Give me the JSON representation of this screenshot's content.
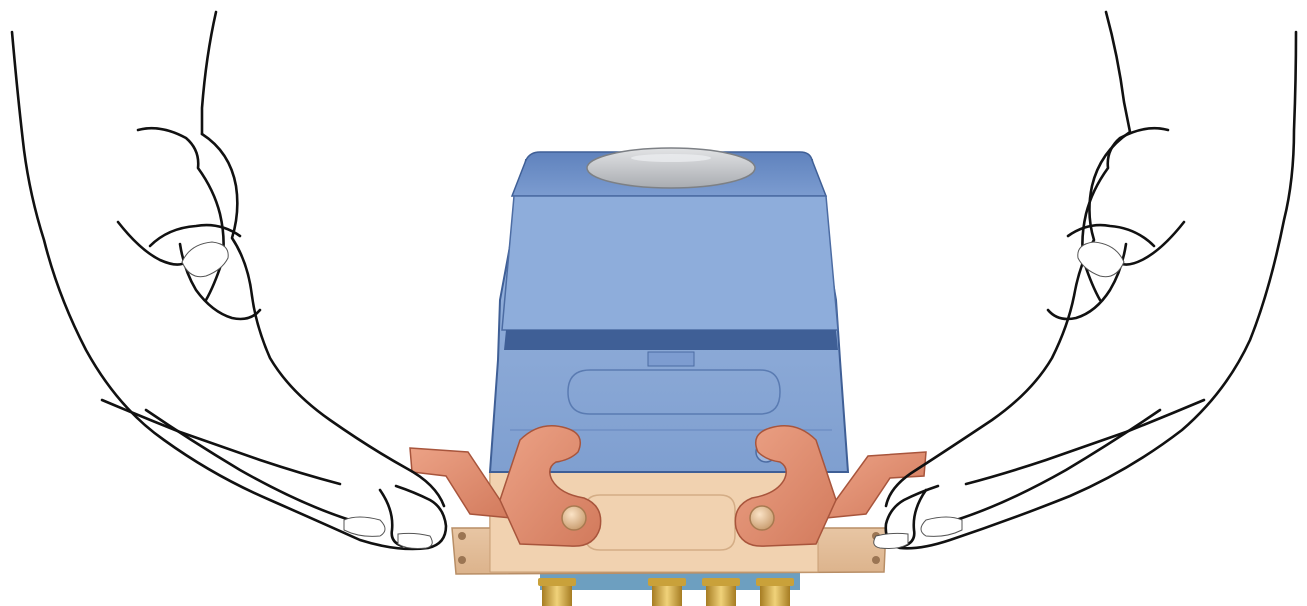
{
  "colors": {
    "housing_top": "#6d8fc4",
    "housing_body": "#89a8d6",
    "housing_dark": "#3f5f96",
    "housing_edge": "#2f4f86",
    "lid_disc": "#c7c9cc",
    "lever": "#e0896b",
    "lever_dark": "#b35c44",
    "base": "#eec9a5",
    "base_dark": "#c89d74",
    "gland": "#c9a13a",
    "hand_line": "#111111"
  },
  "icons": {
    "left_hand": "hand-outline",
    "right_hand": "hand-outline",
    "connector": "heavy-duty-connector-hood"
  }
}
